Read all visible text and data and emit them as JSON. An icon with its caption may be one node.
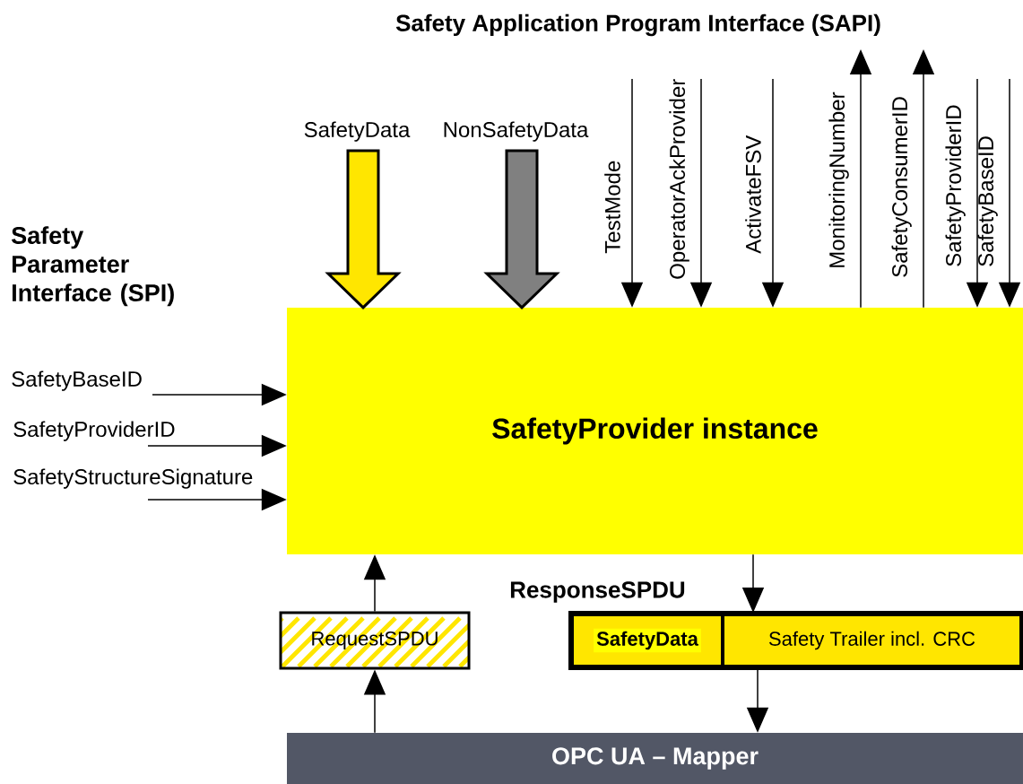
{
  "diagram": {
    "title": "Safety Application Program Interface (SAPI)",
    "nodes": [
      {
        "text": [
          "SafetyProvider instance"
        ]
      },
      {
        "text": [
          "RequestSPDU"
        ]
      },
      {
        "text": [
          "ResponseSPDU"
        ]
      },
      {
        "text": [
          "SafetyData"
        ],
        "in": 2
      },
      {
        "text": [
          "Safety Trailer incl. CRC"
        ],
        "in": 2
      },
      {
        "text": [
          "OPC UA – Mapper"
        ]
      },
      {
        "text": [
          "SafetyData"
        ]
      },
      {
        "text": [
          "NonSafetyData"
        ]
      },
      {
        "text": [
          "SafetyBaseID"
        ]
      },
      {
        "text": [
          "SafetyProviderID"
        ]
      },
      {
        "text": [
          "SafetyStructureSignature"
        ]
      }
    ],
    "edges": [
      {
        "from": 6,
        "to": 0,
        "arrow": "to",
        "style": "thick",
        "color": "#ffe600"
      },
      {
        "from": 7,
        "to": 0,
        "arrow": "to",
        "style": "thick",
        "color": "#808080"
      },
      {
        "from": null,
        "to": 0,
        "arrow": "to",
        "label": "TestMode"
      },
      {
        "from": null,
        "to": 0,
        "arrow": "to",
        "label": "OperatorAckProvider"
      },
      {
        "from": null,
        "to": 0,
        "arrow": "to",
        "label": "ActivateFSV"
      },
      {
        "from": 0,
        "to": null,
        "arrow": "to",
        "label": "MonitoringNumber"
      },
      {
        "from": 0,
        "to": null,
        "arrow": "to",
        "label": "SafetyConsumerID"
      },
      {
        "from": null,
        "to": 0,
        "arrow": "to",
        "label": "SafetyProviderID"
      },
      {
        "from": null,
        "to": 0,
        "arrow": "to",
        "label": "SafetyBaseID"
      },
      {
        "from": 8,
        "to": 0,
        "arrow": "to"
      },
      {
        "from": 9,
        "to": 0,
        "arrow": "to"
      },
      {
        "from": 10,
        "to": 0,
        "arrow": "to"
      },
      {
        "from": 0,
        "to": 4,
        "arrow": "to"
      },
      {
        "from": 4,
        "to": 5,
        "arrow": "to"
      },
      {
        "from": 5,
        "to": 1,
        "arrow": "to"
      },
      {
        "from": 1,
        "to": 0,
        "arrow": "to"
      }
    ],
    "labels": [
      "Safety Parameter Interface (SPI)"
    ]
  }
}
